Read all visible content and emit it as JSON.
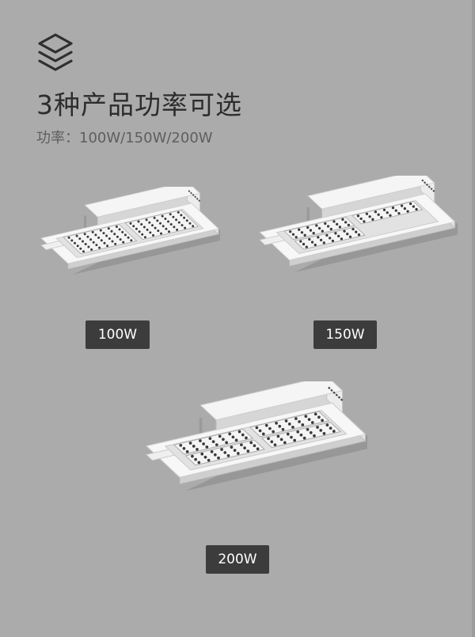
{
  "header": {
    "icon": "layers-icon",
    "title": "3种产品功率可选",
    "subtitle": "功率：100W/150W/200W"
  },
  "products": [
    {
      "label": "100W",
      "modules": 2
    },
    {
      "label": "150W",
      "modules": 3
    },
    {
      "label": "200W",
      "modules": 4
    }
  ],
  "colors": {
    "background": "#ababab",
    "title": "#2d2d2d",
    "subtitle": "#5e5e5e",
    "badge": "#3c3c3c",
    "badge_text": "#ffffff"
  }
}
